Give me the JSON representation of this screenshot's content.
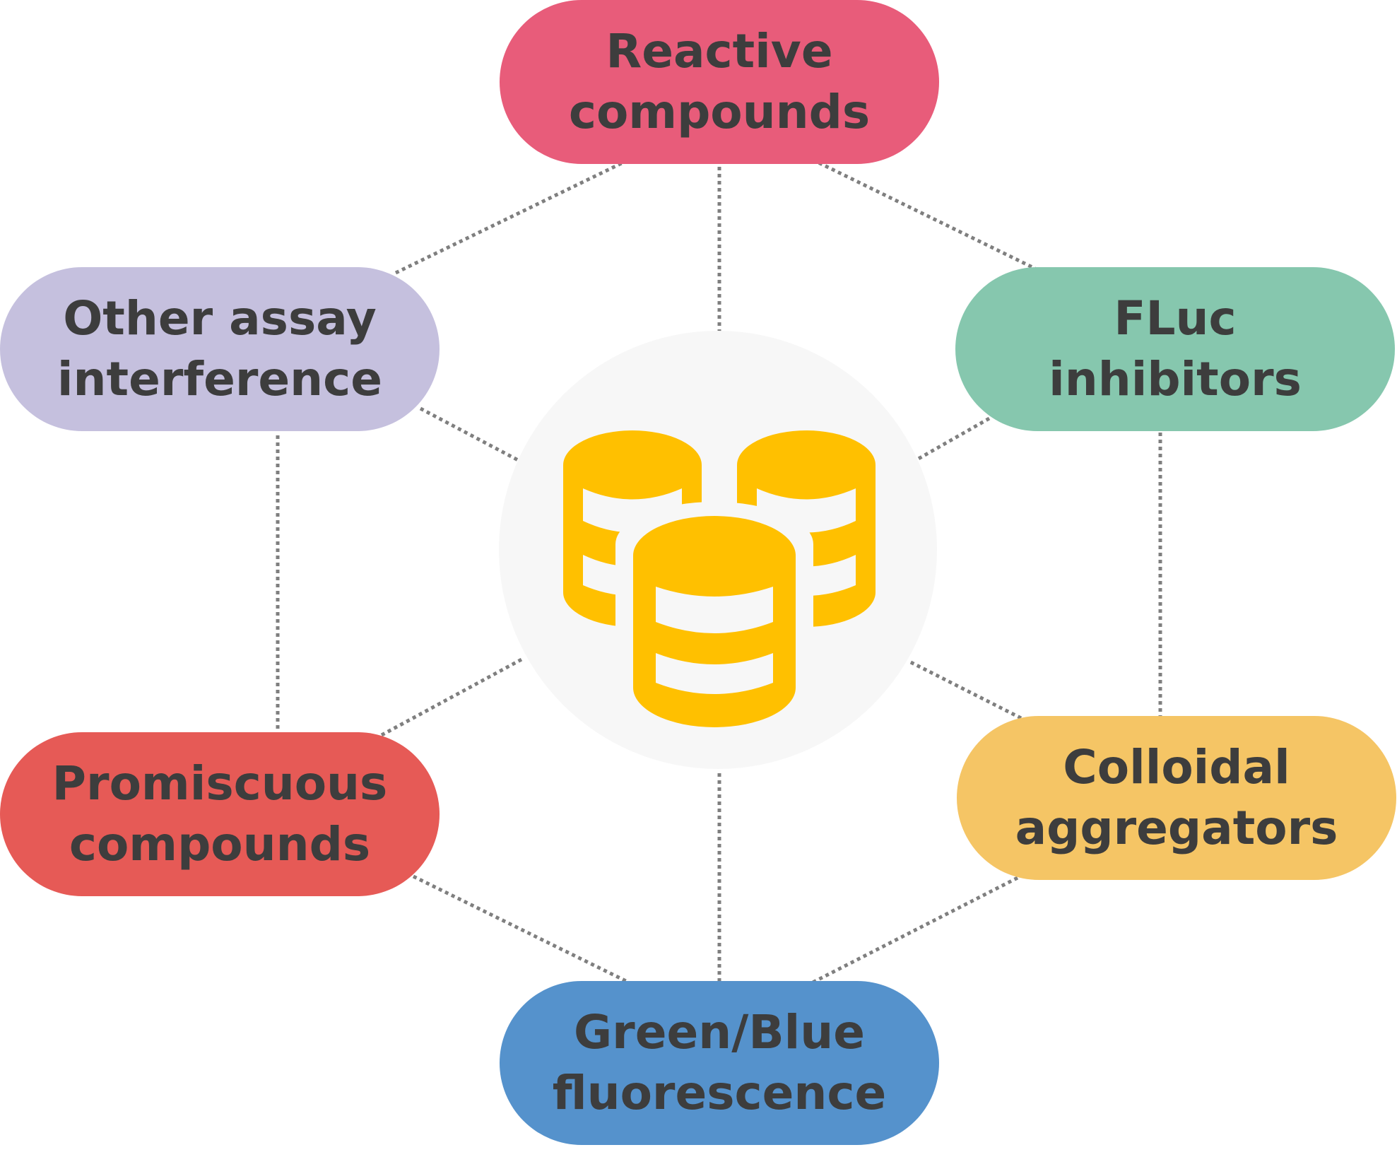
{
  "hub": {
    "icon": "database-cylinders-icon",
    "circle_color": "#f7f7f7",
    "icon_color": "#ffc000"
  },
  "connector_color": "#7f7f7f",
  "nodes": {
    "reactive": {
      "line1": "Reactive",
      "line2": "compounds",
      "color": "#e85c7a"
    },
    "other": {
      "line1": "Other assay",
      "line2": "interference",
      "color": "#c5c0de"
    },
    "fluc": {
      "line1": "FLuc",
      "line2": "inhibitors",
      "color": "#86c7ae"
    },
    "promiscuous": {
      "line1": "Promiscuous",
      "line2": "compounds",
      "color": "#e65a56"
    },
    "colloidal": {
      "line1": "Colloidal",
      "line2": "aggregators",
      "color": "#f5c565"
    },
    "green": {
      "line1": "Green/Blue",
      "line2": "fluorescence",
      "color": "#5592cc"
    }
  }
}
